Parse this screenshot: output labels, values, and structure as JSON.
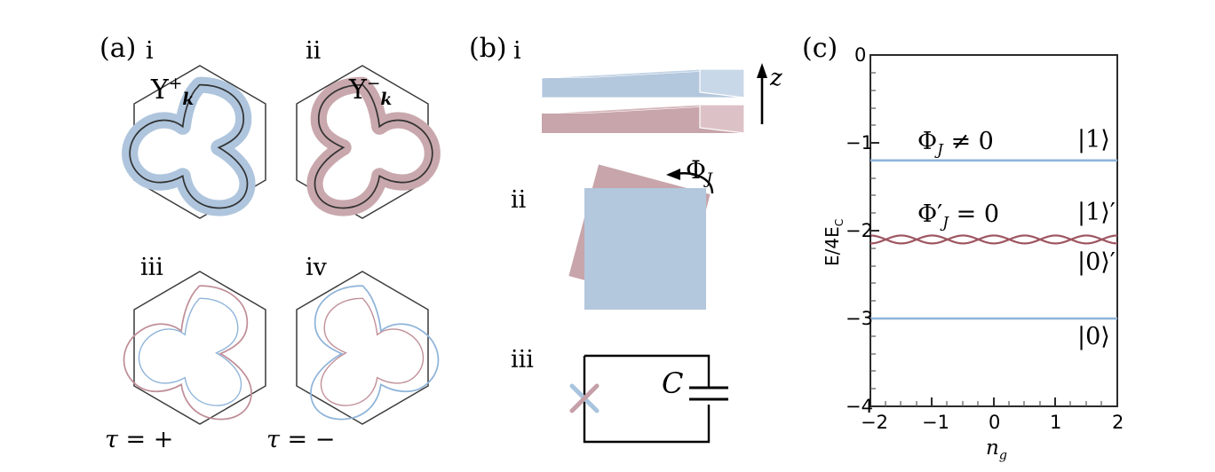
{
  "figure": {
    "panels": {
      "a_tag": "(a)",
      "b_tag": "(b)",
      "c_tag": "(c)"
    },
    "roman_numerals": {
      "i": "i",
      "ii": "ii",
      "iii": "iii",
      "iv": "iv",
      "b_i": "i",
      "b_ii": "ii",
      "b_iii": "iii"
    }
  },
  "panel_a": {
    "upsilon_plus": {
      "symbol": "Υ",
      "superscript": "+",
      "subscript": "k"
    },
    "upsilon_minus": {
      "symbol": "Υ",
      "superscript": "−",
      "subscript": "k"
    },
    "tau_plus": "τ = +",
    "tau_minus": "τ = −",
    "colors": {
      "blue_fill": "#aec5dd",
      "rose_fill": "#c9a8ad",
      "hex_stroke": "#3a3a3a",
      "curve_stroke": "#333333",
      "blue_line": "#8fb4d9",
      "rose_line": "#c08f98"
    },
    "description": {
      "i": "hexagonal Brillouin zone with blue-shaded trefoil contour",
      "ii": "hexagonal Brillouin zone with rose-shaded mirrored trefoil contour",
      "iii": "hexagon with rose outer and blue inner trefoil contours",
      "iv": "hexagon with blue outer and rose inner mirrored trefoil contours"
    }
  },
  "panel_b": {
    "z_axis_label": "z",
    "flux_label": {
      "symbol": "Φ",
      "subscript": "J"
    },
    "capacitor_label": "C",
    "colors": {
      "blue_top": "#b3c7dd",
      "blue_front": "#a8bed6",
      "blue_side": "#c4d4e6",
      "rose_top": "#c7a5aa",
      "rose_front": "#bd9aa0",
      "rose_side": "#d6b8bc",
      "wire": "#000000",
      "jj_blue": "#a9c4de",
      "jj_rose": "#c5a0a8"
    }
  },
  "chart_data": {
    "type": "line",
    "title": "",
    "xlabel": "n_g",
    "xlabel_parts": {
      "base": "n",
      "sub": "g"
    },
    "ylabel": "E/4E_C",
    "ylabel_parts": {
      "base": "E/4E",
      "sub": "C"
    },
    "xlim": [
      -2,
      2
    ],
    "ylim": [
      -4,
      0
    ],
    "xticks": [
      -2,
      -1,
      0,
      1,
      2
    ],
    "xticklabels": [
      "−2",
      "−1",
      "0",
      "1",
      "2"
    ],
    "yticks": [
      0,
      -1,
      -2,
      -3,
      -4
    ],
    "yticklabels": [
      "0",
      "−1",
      "−2",
      "−3",
      "−4"
    ],
    "minor_ticks": true,
    "grid": false,
    "legend": "none",
    "series": [
      {
        "name": "|1>",
        "color": "#8fb4d9",
        "type": "flat",
        "value": -1.2,
        "amplitude": 0.0
      },
      {
        "name": "|1>'",
        "color": "#9e5560",
        "type": "cosine",
        "value": -2.1,
        "amplitude": 0.045,
        "phase": 0,
        "period": 1.0
      },
      {
        "name": "|0>'",
        "color": "#9e5560",
        "type": "cosine",
        "value": -2.1,
        "amplitude": -0.045,
        "phase": 0,
        "period": 1.0
      },
      {
        "name": "|0>",
        "color": "#8fb4d9",
        "type": "flat",
        "value": -3.0,
        "amplitude": 0.0
      }
    ],
    "annotations": [
      {
        "id": "flux-nonzero",
        "text": "Φ_J ≠ 0",
        "parts": {
          "symbol": "Φ",
          "sub": "J",
          "rel": "≠",
          "val": "0"
        },
        "x": -0.75,
        "y": -1.0
      },
      {
        "id": "flux-zero",
        "text": "Φ'_J = 0",
        "parts": {
          "symbol": "Φ",
          "prime": "′",
          "sub": "J",
          "rel": "=",
          "val": "0"
        },
        "x": -0.75,
        "y": -1.9
      },
      {
        "id": "ket-1",
        "text": "|1⟩",
        "x": 1.55,
        "y": -1.0
      },
      {
        "id": "ket-1-prime",
        "text": "|1⟩′",
        "x": 1.55,
        "y": -1.9
      },
      {
        "id": "ket-0-prime",
        "text": "|0⟩′",
        "x": 1.55,
        "y": -2.45
      },
      {
        "id": "ket-0",
        "text": "|0⟩",
        "x": 1.55,
        "y": -3.3
      }
    ]
  }
}
